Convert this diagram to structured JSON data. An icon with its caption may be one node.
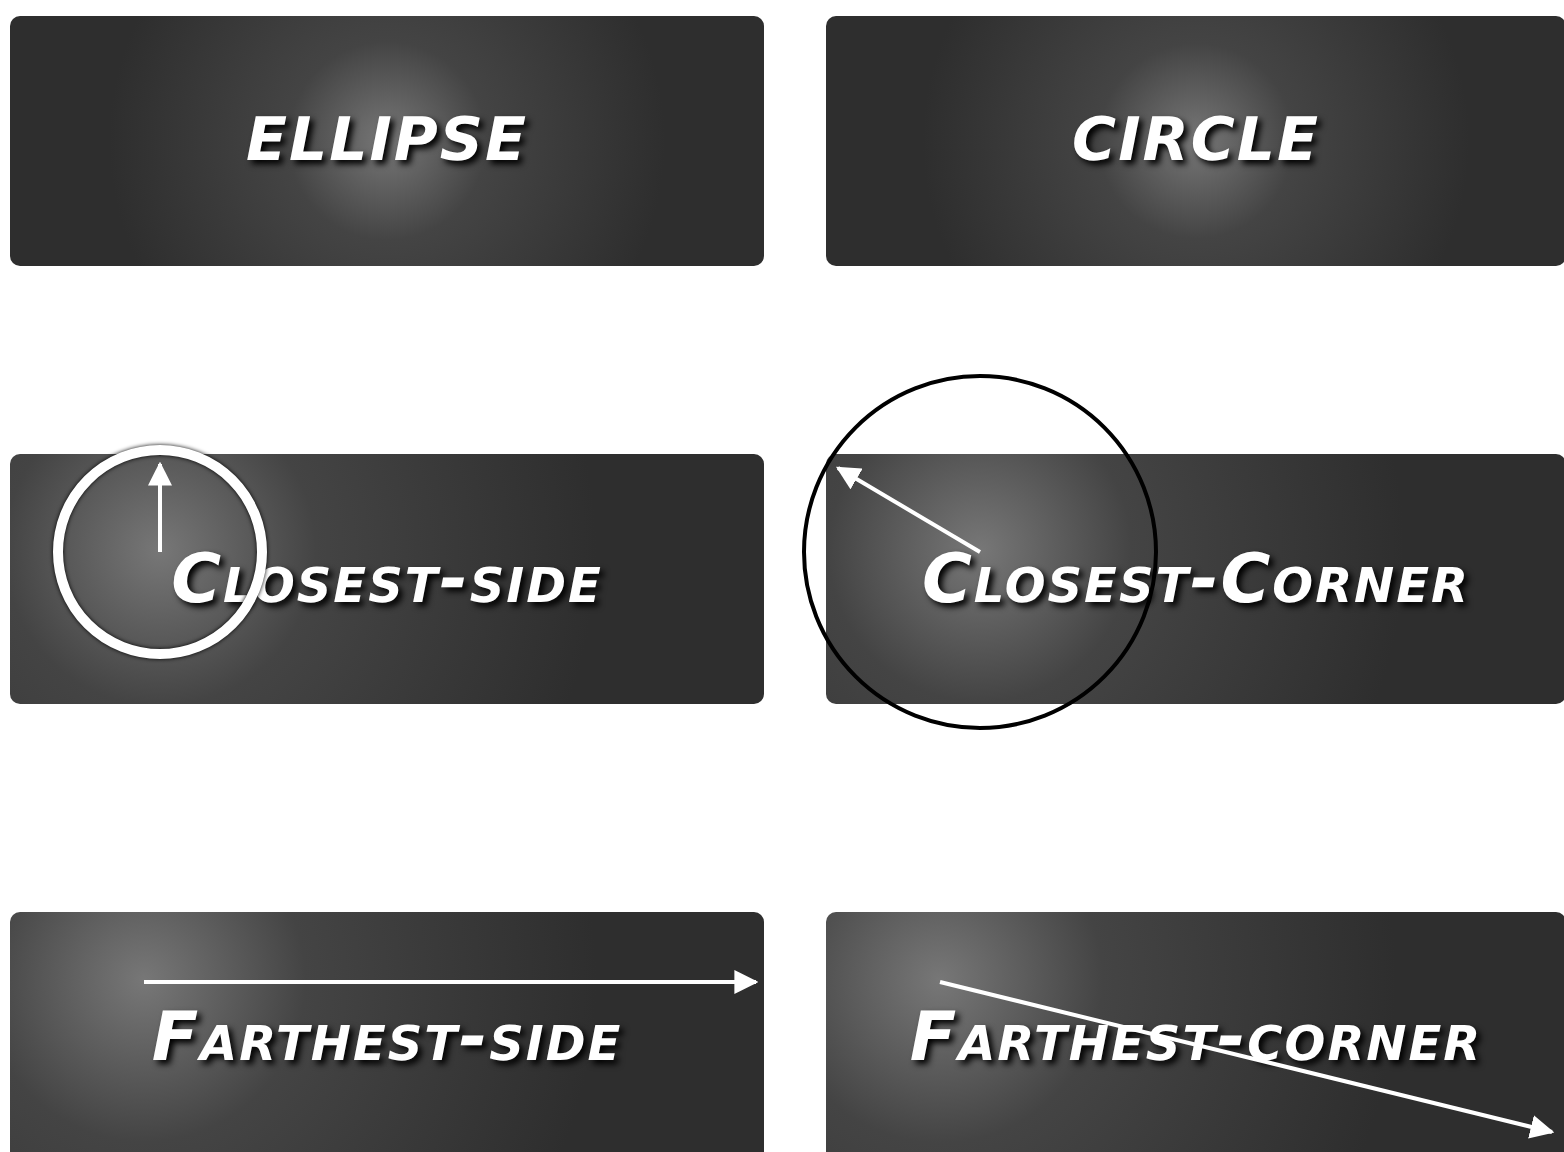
{
  "diagram": {
    "nodes": [
      {
        "text": [
          "ELLIPSE"
        ]
      },
      {
        "text": [
          "CIRCLE"
        ]
      },
      {
        "text": [
          "Closest-side"
        ]
      },
      {
        "text": [
          "Closest-Corner"
        ]
      },
      {
        "text": [
          "Farthest-side"
        ]
      },
      {
        "text": [
          "Farthest-corner"
        ]
      }
    ]
  }
}
